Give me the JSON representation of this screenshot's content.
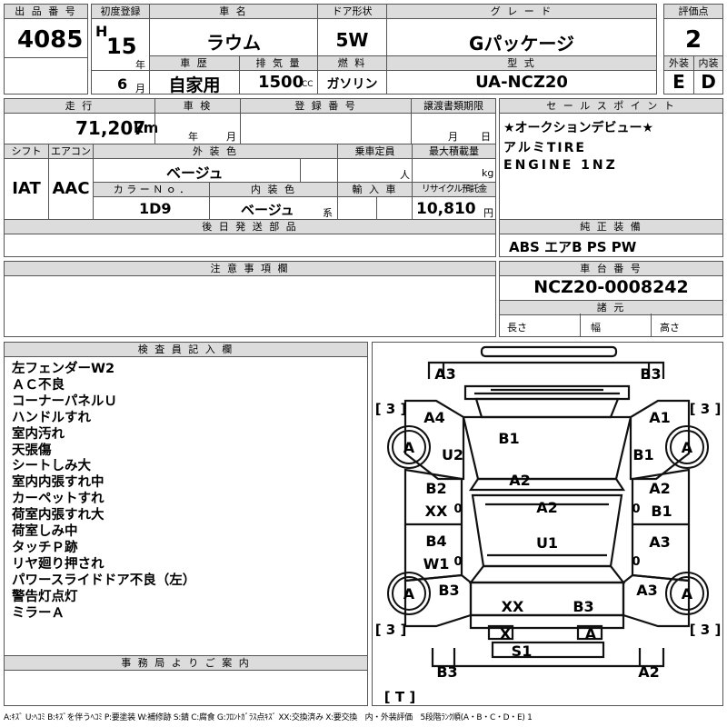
{
  "header": {
    "lot_label": "出 品 番 号",
    "lot": "4085",
    "first_reg_label": "初度登録",
    "era": "H",
    "year": "15",
    "year_unit": "年",
    "month": "6",
    "month_unit": "月",
    "car_name_label": "車 名",
    "car_name": "ラウム",
    "door_label": "ドア形状",
    "door": "5W",
    "grade_label": "グ レ ー ド",
    "grade": "Gパッケージ",
    "score_label": "評価点",
    "score": "2",
    "history_label": "車 歴",
    "history": "自家用",
    "displacement_label": "排 気 量",
    "displacement": "1500",
    "cc": "CC",
    "fuel_label": "燃 料",
    "fuel": "ガソリン",
    "model_label": "型 式",
    "model": "UA-NCZ20",
    "ext_label": "外装",
    "ext": "E",
    "int_label": "内装",
    "int": "D"
  },
  "row2": {
    "mileage_label": "走 行",
    "mileage": "71,207",
    "km": "km",
    "inspection_label": "車 検",
    "insp_year": "年",
    "insp_month": "月",
    "plate_label": "登 録 番 号",
    "transfer_label": "譲渡書類期限",
    "trans_month": "月",
    "trans_day": "日",
    "shift_label": "シフト",
    "shift": "IAT",
    "ac_label": "エアコン",
    "ac": "AAC",
    "color_label": "外 装 色",
    "color": "ベージュ",
    "capacity_label": "乗車定員",
    "capacity_unit": "人",
    "load_label": "最大積載量",
    "load_unit": "kg",
    "color_no_label": "カ ラ ー Ｎ ｏ ．",
    "color_no": "1D9",
    "int_color_label": "内 装 色",
    "int_color": "ベージュ",
    "int_color_suffix": "系",
    "import_label": "輸 入 車",
    "recycle_label": "リサイクル預託金",
    "recycle": "10,810",
    "recycle_unit": "円",
    "later_label": "後 日 発 送 部 品"
  },
  "sales": {
    "label": "セ ー ル ス ポ イ ン ト",
    "lines": [
      "★オークションデビュー★",
      "アルミTIRE",
      "ENGINE 1NZ"
    ]
  },
  "equip": {
    "label": "純 正 装 備",
    "value": "ABS エアB PS PW"
  },
  "caution": {
    "label": "注 意 事 項 欄"
  },
  "chassis": {
    "label": "車 台 番 号",
    "value": "NCZ20-0008242",
    "dims_label": "諸 元",
    "length": "長さ",
    "width": "幅",
    "height": "高さ"
  },
  "inspector": {
    "label": "検 査 員 記 入 欄",
    "notes": [
      "左フェンダーW2",
      "ＡＣ不良",
      "コーナーパネルＵ",
      "ハンドルすれ",
      "室内汚れ",
      "天張傷",
      "シートしみ大",
      "室内内張すれ中",
      "カーペットすれ",
      "荷室内張すれ大",
      "荷室しみ中",
      "タッチＰ跡",
      "リヤ廻り押され",
      "パワースライドドア不良（左）",
      "警告灯点灯",
      "ミラーＡ"
    ]
  },
  "office": {
    "label": "事 務 局 よ り ご 案 内"
  },
  "legend": "A:ｷｽﾞ U:ﾍｺﾐ B:ｷｽﾞを伴うﾍｺﾐ P:要塗装 W:補修跡 S:錆 C:腐食 G:ﾌﾛﾝﾄｶﾞﾗｽ点ｷｽﾞ XX:交換済み X:要交換　内・外装評価　5段階ﾗﾝｸ順(A・B・C・D・E) 1",
  "diagram": {
    "marks": {
      "a3_tl": "A3",
      "b3_tr": "B3",
      "a4": "A4",
      "a1": "A1",
      "b1_roof": "B1",
      "u2": "U2",
      "b1_r": "B1",
      "a2_top": "A2",
      "b2": "B2",
      "a2_r": "A2",
      "xx_l": "XX",
      "b1_r2": "B1",
      "a2_mid": "A2",
      "b4": "B4",
      "a3_r": "A3",
      "w1": "W1",
      "u1": "U1",
      "b3_l": "B3",
      "a3_r2": "A3",
      "xx_rear": "XX",
      "b3_rear": "B3",
      "x_rear": "X",
      "a_rear": "A",
      "s1": "S1",
      "b3_bl": "B3",
      "a2_br": "A2",
      "tire_fl": "A",
      "tire_fr": "A",
      "tire_rl": "A",
      "tire_rr": "A",
      "zero1": "0",
      "zero2": "0",
      "zero3": "0",
      "zero4": "0"
    },
    "brackets": {
      "fl": "[ 3 ]",
      "fr": "[ 3 ]",
      "rl": "[ 3 ]",
      "rr": "[ 3 ]",
      "spare": "[ T ]"
    }
  }
}
